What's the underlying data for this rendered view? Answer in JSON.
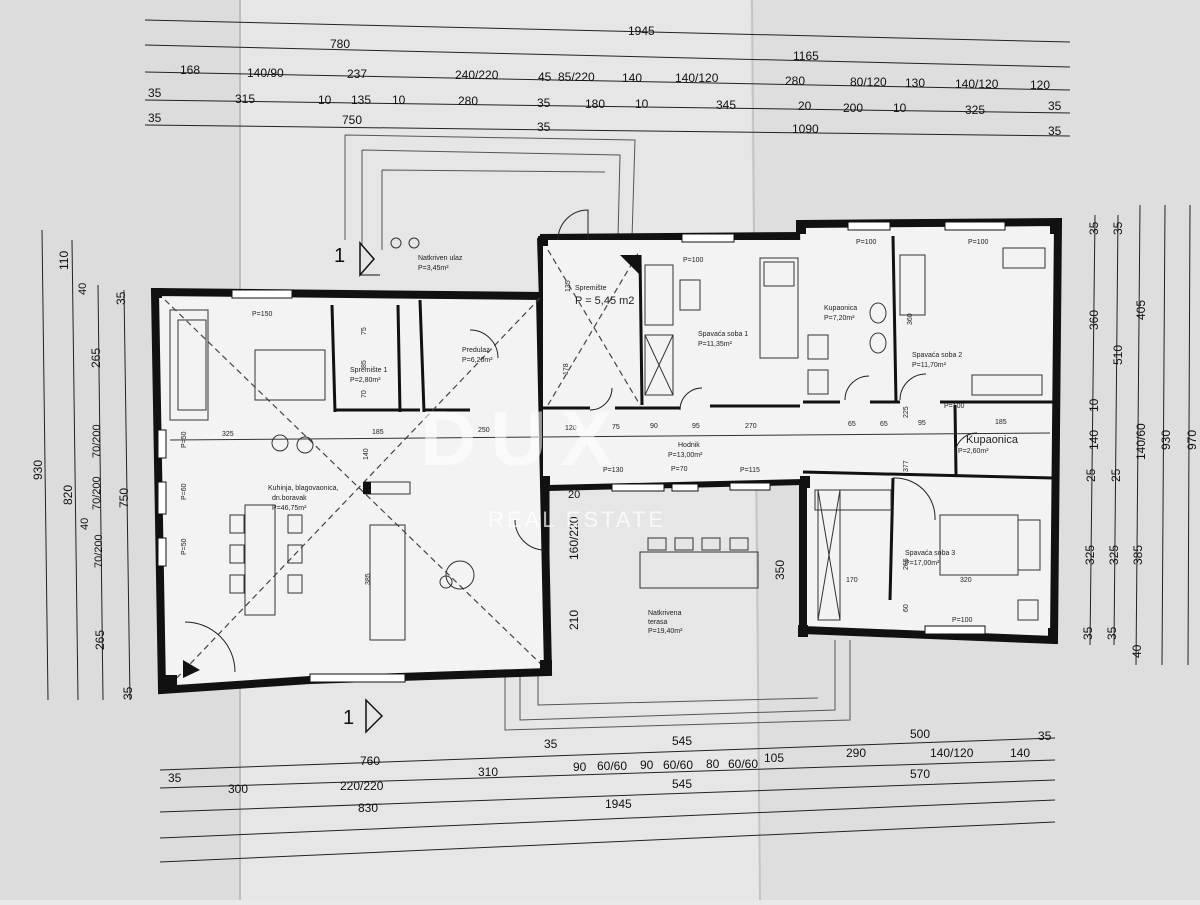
{
  "watermark": {
    "brand": "DUX",
    "subtitle": "REAL ESTATE"
  },
  "section_mark": "1",
  "rooms": {
    "entry": {
      "name": "Natkriven ulaz",
      "area": "P=3,45m²"
    },
    "storage_top": {
      "name": "Spremište",
      "area": "P = 5,45 m2",
      "dim": "135"
    },
    "storage1": {
      "name": "Spremište 1",
      "area": "P=2,80m²"
    },
    "hall_entry": {
      "name": "Predulaz",
      "area": "P=6,20m²"
    },
    "bedroom1": {
      "name": "Spavaća soba 1",
      "area": "P=11,35m²"
    },
    "bathroom1": {
      "name": "Kupaonica",
      "area": "P=7,20m²"
    },
    "bedroom2": {
      "name": "Spavaća soba 2",
      "area": "P=11,70m²"
    },
    "kitchen": {
      "name": "Kuhinja, blagovaonica,",
      "name2": "dn.boravak",
      "area": "P=46,75m²"
    },
    "corridor": {
      "name": "Hodnik",
      "area": "P=13,00m²"
    },
    "bathroom2": {
      "name": "Kupaonica",
      "area": "P=2,60m²"
    },
    "terrace": {
      "name": "Natkrivena",
      "name2": "terasa",
      "area": "P=19,40m²"
    },
    "bedroom3": {
      "name": "Spavaća soba 3",
      "area": "P=17,00m²"
    }
  },
  "windows": [
    "P=150",
    "P=100",
    "P=100",
    "P=100",
    "P=130",
    "P=70",
    "P=115",
    "P=100",
    "P=50",
    "P=60",
    "P=50",
    "P=100"
  ],
  "top_dims": {
    "row1": [
      "1945"
    ],
    "row2": [
      "780",
      "1165"
    ],
    "row3": [
      "168",
      "140/90",
      "237",
      "240/220",
      "45",
      "85/220",
      "140",
      "140/120",
      "280",
      "80/120",
      "130",
      "140/120",
      "120"
    ],
    "row4": [
      "35",
      "315",
      "10",
      "135",
      "10",
      "280",
      "35",
      "180",
      "10",
      "345",
      "20",
      "200",
      "10",
      "325",
      "35"
    ],
    "row5": [
      "35",
      "750",
      "35",
      "1090",
      "35"
    ]
  },
  "bottom_dims": {
    "row1": [
      "760",
      "35",
      "545",
      "500",
      "35"
    ],
    "row2": [
      "35",
      "90",
      "60/60",
      "90",
      "60/60",
      "80",
      "60/60",
      "105",
      "290",
      "140/120",
      "140"
    ],
    "row3": [
      "300",
      "220/220",
      "310",
      "545",
      "570"
    ],
    "row4": [
      "830",
      "1945"
    ]
  },
  "left_dims": {
    "outer": [
      "930"
    ],
    "col2": [
      "110",
      "820"
    ],
    "col3": [
      "40",
      "70/200",
      "40",
      "70/200",
      "70/200",
      "265",
      "265"
    ],
    "col4": [
      "35",
      "750",
      "35"
    ]
  },
  "right_dims": {
    "col1": [
      "35",
      "360",
      "10",
      "140",
      "25",
      "325",
      "35"
    ],
    "col2": [
      "35",
      "510",
      "25",
      "325",
      "35"
    ],
    "col3": [
      "405",
      "140/60",
      "385",
      "40"
    ],
    "col4": [
      "930"
    ],
    "col5": [
      "970"
    ]
  },
  "interior_dims": {
    "kitchen_h": [
      "325",
      "185",
      "250",
      "120",
      "75",
      "90",
      "95",
      "270",
      "65",
      "65",
      "95",
      "185"
    ],
    "misc": [
      "75",
      "85",
      "70",
      "140",
      "178",
      "360",
      "377",
      "265",
      "350",
      "160/220",
      "210",
      "20",
      "170",
      "320",
      "60",
      "385",
      "225"
    ]
  }
}
